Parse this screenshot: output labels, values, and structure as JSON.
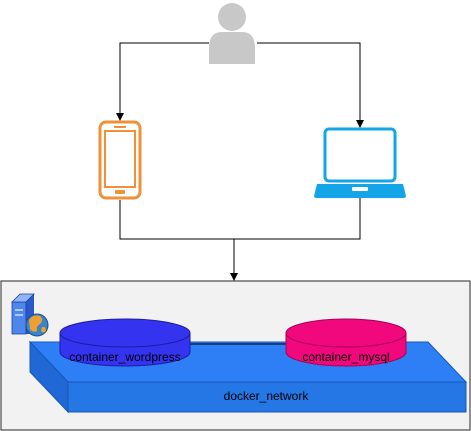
{
  "nodes": {
    "user": {
      "icon": "user-icon"
    },
    "mobile": {
      "icon": "smartphone-icon"
    },
    "laptop": {
      "icon": "laptop-icon"
    },
    "server": {
      "icon": "server-globe-icon"
    },
    "network": {
      "label": "docker_network"
    },
    "wordpress": {
      "label": "container_wordpress"
    },
    "mysql": {
      "label": "container_mysql"
    }
  },
  "colors": {
    "user": "#c8c8c8",
    "mobile": "#f0913a",
    "laptop": "#14a5e8",
    "network_top": "#2e7ff5",
    "network_front": "#2577e6",
    "network_border": "#1857b8",
    "wordpress": "#3434f0",
    "wordpress_border": "#1c1ca0",
    "mysql": "#f0087c",
    "mysql_border": "#a8005a",
    "host_bg": "#f2f2f2",
    "host_border": "#4a4a4a"
  }
}
